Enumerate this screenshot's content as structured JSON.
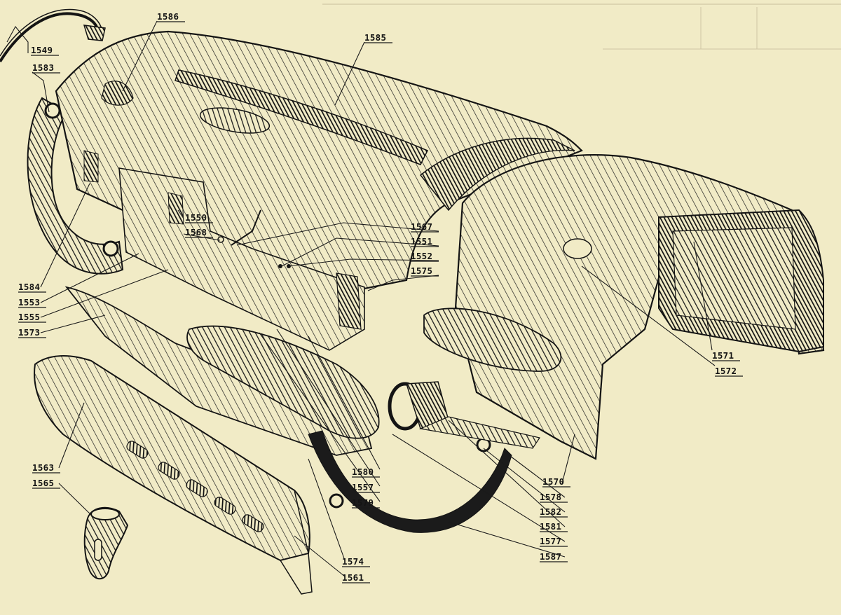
{
  "diagram": {
    "labels": {
      "l1549": "1549",
      "l1583": "1583",
      "l1586": "1586",
      "l1585": "1585",
      "l1550": "1550",
      "l1568": "1568",
      "l1567": "1567",
      "l1551": "1551",
      "l1552": "1552",
      "l1575": "1575",
      "l1584": "1584",
      "l1553": "1553",
      "l1555": "1555",
      "l1573": "1573",
      "l1571": "1571",
      "l1572": "1572",
      "l1563": "1563",
      "l1565": "1565",
      "l1570": "1570",
      "l1580": "1580",
      "l1557": "1557",
      "l1579": "1579",
      "l1578": "1578",
      "l1582": "1582",
      "l1581": "1581",
      "l1577": "1577",
      "l1587": "1587",
      "l1574": "1574",
      "l1561": "1561"
    }
  },
  "colors": {
    "paper": "#f1ebc6",
    "ink": "#141414"
  }
}
